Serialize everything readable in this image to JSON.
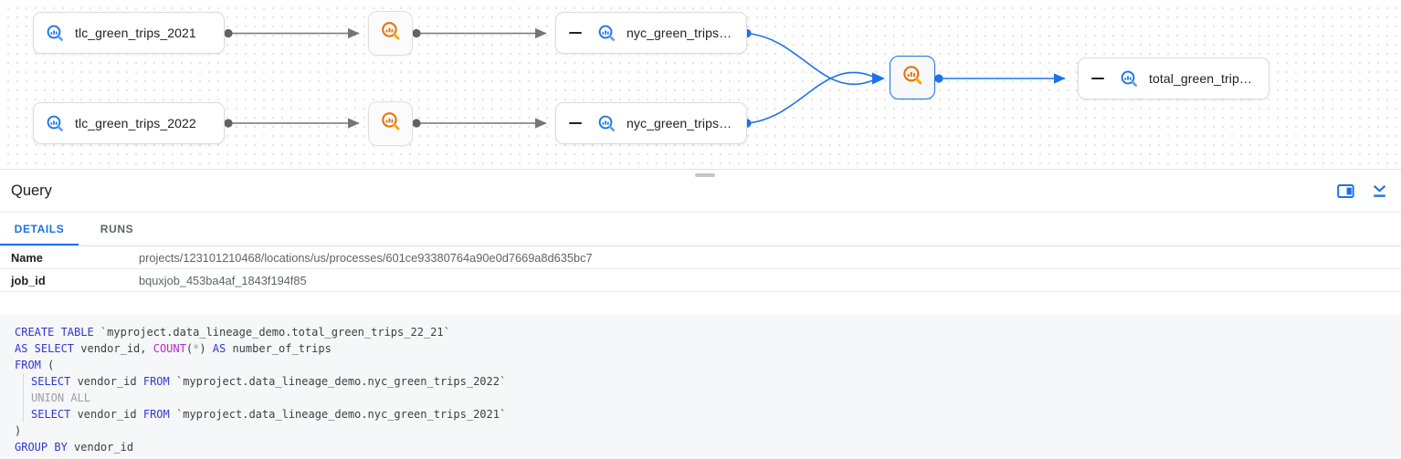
{
  "graph": {
    "nodes": [
      {
        "label": "tlc_green_trips_2021"
      },
      {
        "label": "tlc_green_trips_2022"
      },
      {
        "label": "nyc_green_trips…"
      },
      {
        "label": "nyc_green_trips…"
      },
      {
        "label": "total_green_trip…"
      }
    ],
    "process_nodes": [
      "query-process-1",
      "query-process-2",
      "query-process-selected"
    ]
  },
  "panel": {
    "title": "Query",
    "header_icons": [
      {
        "name": "dock-side-icon"
      },
      {
        "name": "collapse-panel-icon"
      }
    ],
    "tabs": [
      {
        "label": "DETAILS",
        "active": true
      },
      {
        "label": "RUNS",
        "active": false
      }
    ],
    "details": [
      {
        "label": "Name",
        "value": "projects/123101210468/locations/us/processes/601ce93380764a90e0d7669a8d635bc7"
      },
      {
        "label": "job_id",
        "value": "bquxjob_453ba4af_1843f194f85"
      }
    ],
    "sql": {
      "lines": [
        {
          "ind": false,
          "tokens": [
            {
              "c": "kw",
              "v": "CREATE TABLE "
            },
            {
              "c": "tx",
              "v": "`myproject.data_lineage_demo.total_green_trips_22_21`"
            }
          ]
        },
        {
          "ind": false,
          "tokens": [
            {
              "c": "kw",
              "v": "AS SELECT "
            },
            {
              "c": "tx",
              "v": "vendor_id, "
            },
            {
              "c": "fn",
              "v": "COUNT"
            },
            {
              "c": "tx",
              "v": "("
            },
            {
              "c": "cm",
              "v": "*"
            },
            {
              "c": "tx",
              "v": ") "
            },
            {
              "c": "kw",
              "v": "AS"
            },
            {
              "c": "tx",
              "v": " number_of_trips"
            }
          ]
        },
        {
          "ind": false,
          "tokens": [
            {
              "c": "kw",
              "v": "FROM"
            },
            {
              "c": "tx",
              "v": " ("
            }
          ]
        },
        {
          "ind": true,
          "tokens": [
            {
              "c": "kw",
              "v": "SELECT"
            },
            {
              "c": "tx",
              "v": " vendor_id "
            },
            {
              "c": "kw",
              "v": "FROM"
            },
            {
              "c": "tx",
              "v": " `myproject.data_lineage_demo.nyc_green_trips_2022`"
            }
          ]
        },
        {
          "ind": true,
          "tokens": [
            {
              "c": "cm",
              "v": "UNION ALL"
            }
          ]
        },
        {
          "ind": true,
          "tokens": [
            {
              "c": "kw",
              "v": "SELECT"
            },
            {
              "c": "tx",
              "v": " vendor_id "
            },
            {
              "c": "kw",
              "v": "FROM"
            },
            {
              "c": "tx",
              "v": " `myproject.data_lineage_demo.nyc_green_trips_2021`"
            }
          ]
        },
        {
          "ind": false,
          "tokens": [
            {
              "c": "tx",
              "v": ")"
            }
          ]
        },
        {
          "ind": false,
          "tokens": [
            {
              "c": "kw",
              "v": "GROUP BY"
            },
            {
              "c": "tx",
              "v": " vendor_id"
            }
          ]
        }
      ]
    }
  },
  "colors": {
    "accent": "#1a73e8",
    "bq-blue": "#1a73e8",
    "bq-blue-light": "#669df6",
    "bq-orange": "#e8710a",
    "bq-orange-light": "#f9ab00",
    "edge-gray": "#757575",
    "kw": "#3038d0",
    "fn": "#b52bc9",
    "cm": "#9aa0a6",
    "tx": "#3c4043"
  }
}
